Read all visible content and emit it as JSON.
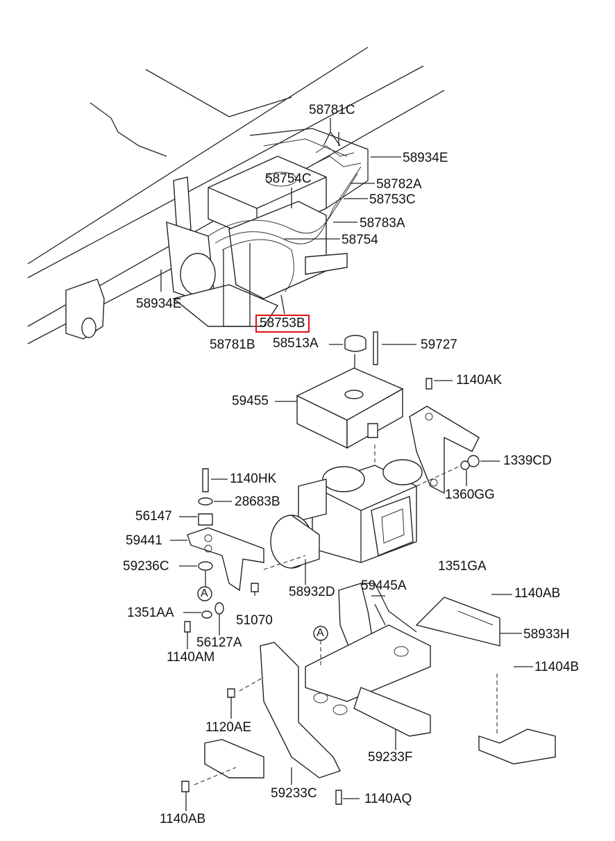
{
  "labels": {
    "l58781C": "58781C",
    "l58934E_top": "58934E",
    "l58754C": "58754C",
    "l58782A": "58782A",
    "l58753C": "58753C",
    "l58783A": "58783A",
    "l58754": "58754",
    "l58934E_left": "58934E",
    "l58753B": "58753B",
    "l58781B": "58781B",
    "l58513A": "58513A",
    "l59727": "59727",
    "l1140AK": "1140AK",
    "l59455": "59455",
    "l1339CD": "1339CD",
    "l1140HK": "1140HK",
    "l28683B": "28683B",
    "l1360GG": "1360GG",
    "l56147": "56147",
    "l59441": "59441",
    "l59236C": "59236C",
    "l1351GA": "1351GA",
    "l58932D": "58932D",
    "l59445A": "59445A",
    "l1140AB_right": "1140AB",
    "l1351AA": "1351AA",
    "l51070": "51070",
    "l58933H": "58933H",
    "l56127A": "56127A",
    "l1140AM": "1140AM",
    "l11404B": "11404B",
    "l1120AE": "1120AE",
    "l59233F": "59233F",
    "l59233C": "59233C",
    "l1140AQ": "1140AQ",
    "l1140AB_bottom": "1140AB"
  },
  "callouts": {
    "refA_left": "A",
    "refA_right": "A"
  },
  "highlight_color": "#e01010"
}
